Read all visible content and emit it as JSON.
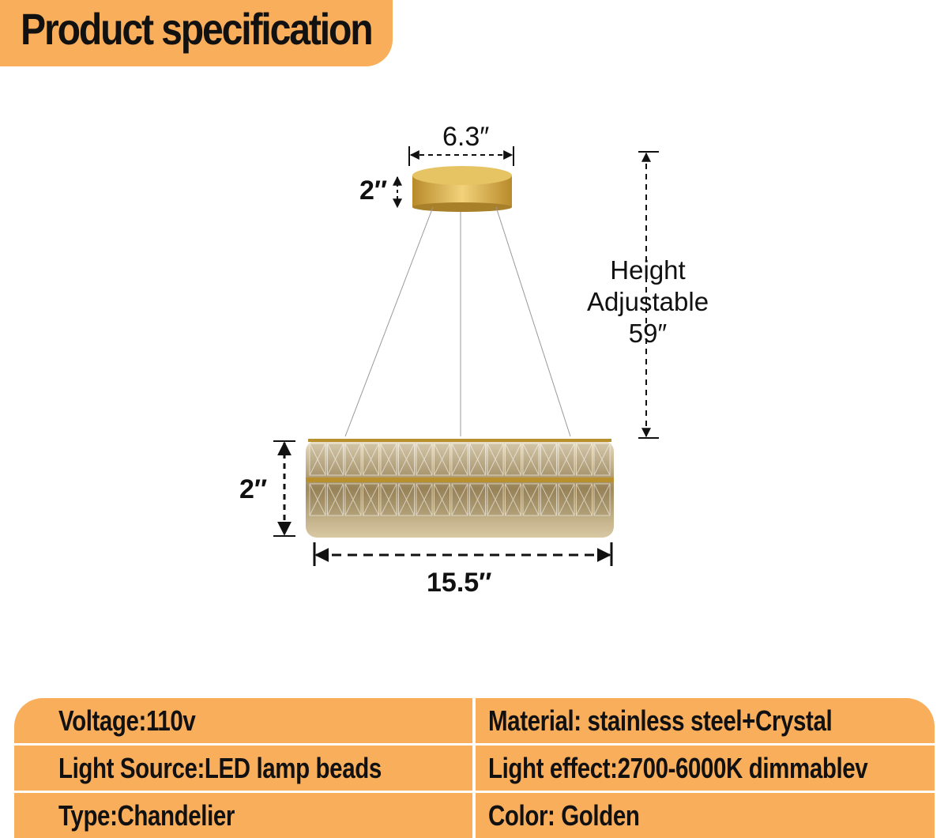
{
  "title": "Product specification",
  "dimensions": {
    "canopy_width": "6.3″",
    "canopy_height": "2″",
    "ring_height": "2″",
    "ring_diameter": "15.5″",
    "height_label_line1": "Height",
    "height_label_line2": "Adjustable",
    "height_value": "59″"
  },
  "specs": {
    "left": [
      "Voltage:110v",
      "Light Source:LED lamp beads",
      "Type:Chandelier"
    ],
    "right": [
      "Material: stainless steel+Crystal",
      "Light effect:2700-6000K dimmablev",
      "Color: Golden"
    ]
  },
  "colors": {
    "accent": "#f9ae5c",
    "gold": "#c9a24a"
  }
}
